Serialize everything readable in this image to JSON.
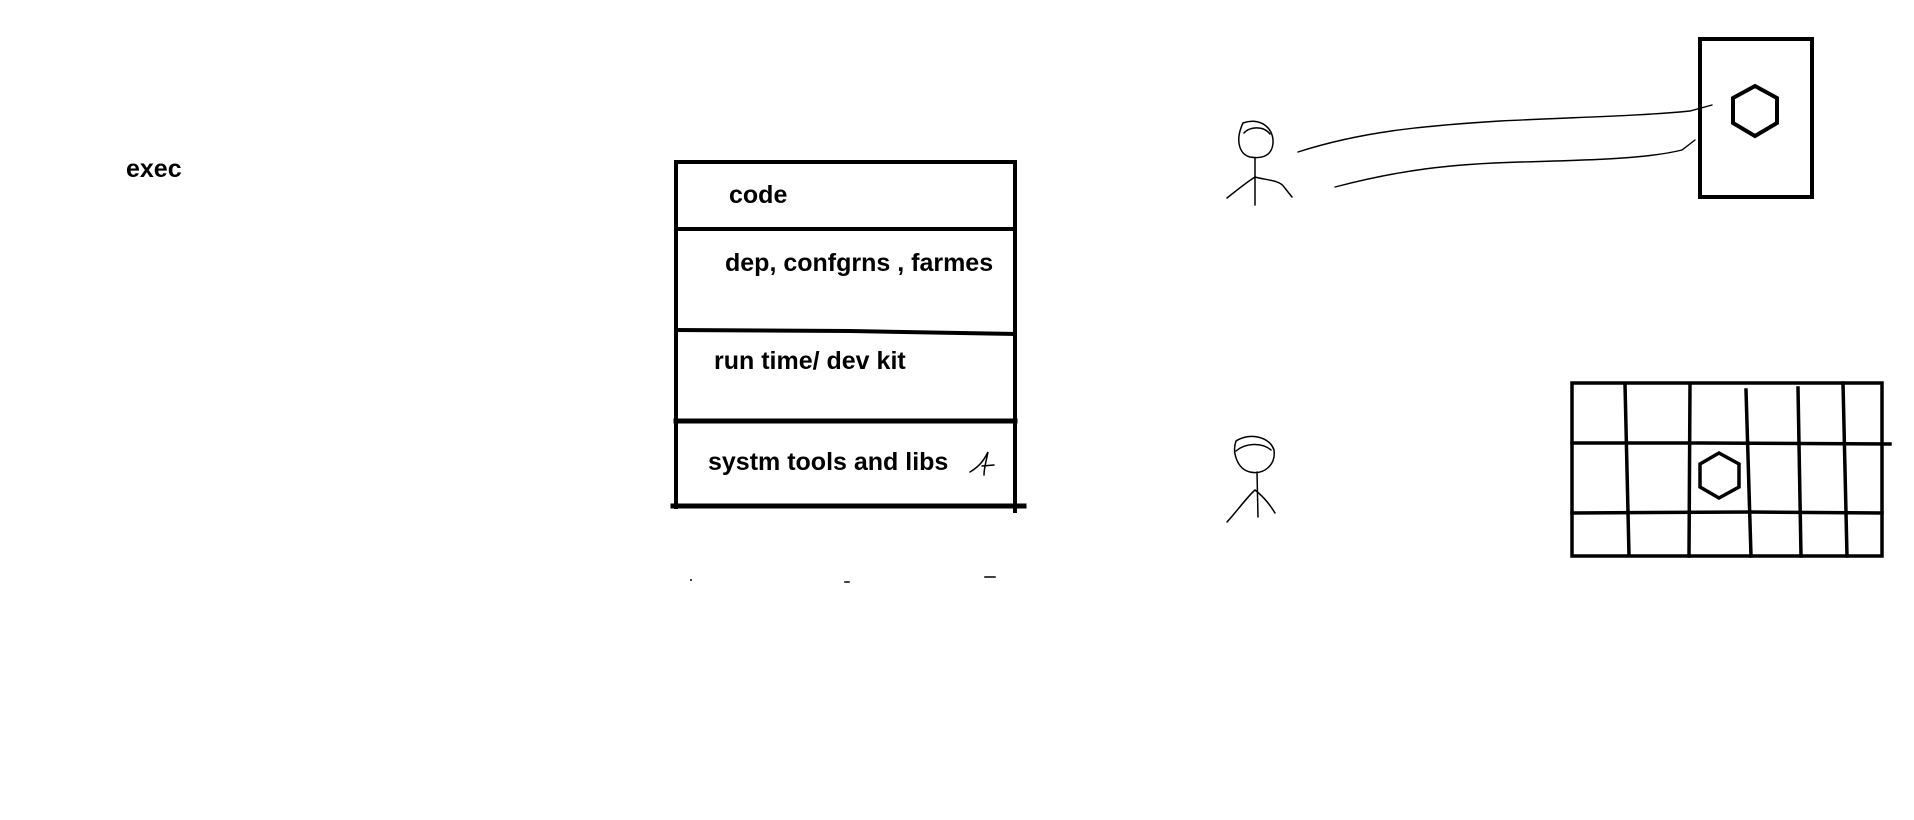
{
  "texts": {
    "exec": "exec",
    "stack_layers": [
      "code",
      "dep, confgrns , farmes",
      "run time/ dev kit",
      "systm tools and libs"
    ]
  },
  "colors": {
    "ink": "#000000",
    "background": "#ffffff"
  },
  "icons": [
    "stick-figure-icon",
    "hexagon-icon"
  ]
}
